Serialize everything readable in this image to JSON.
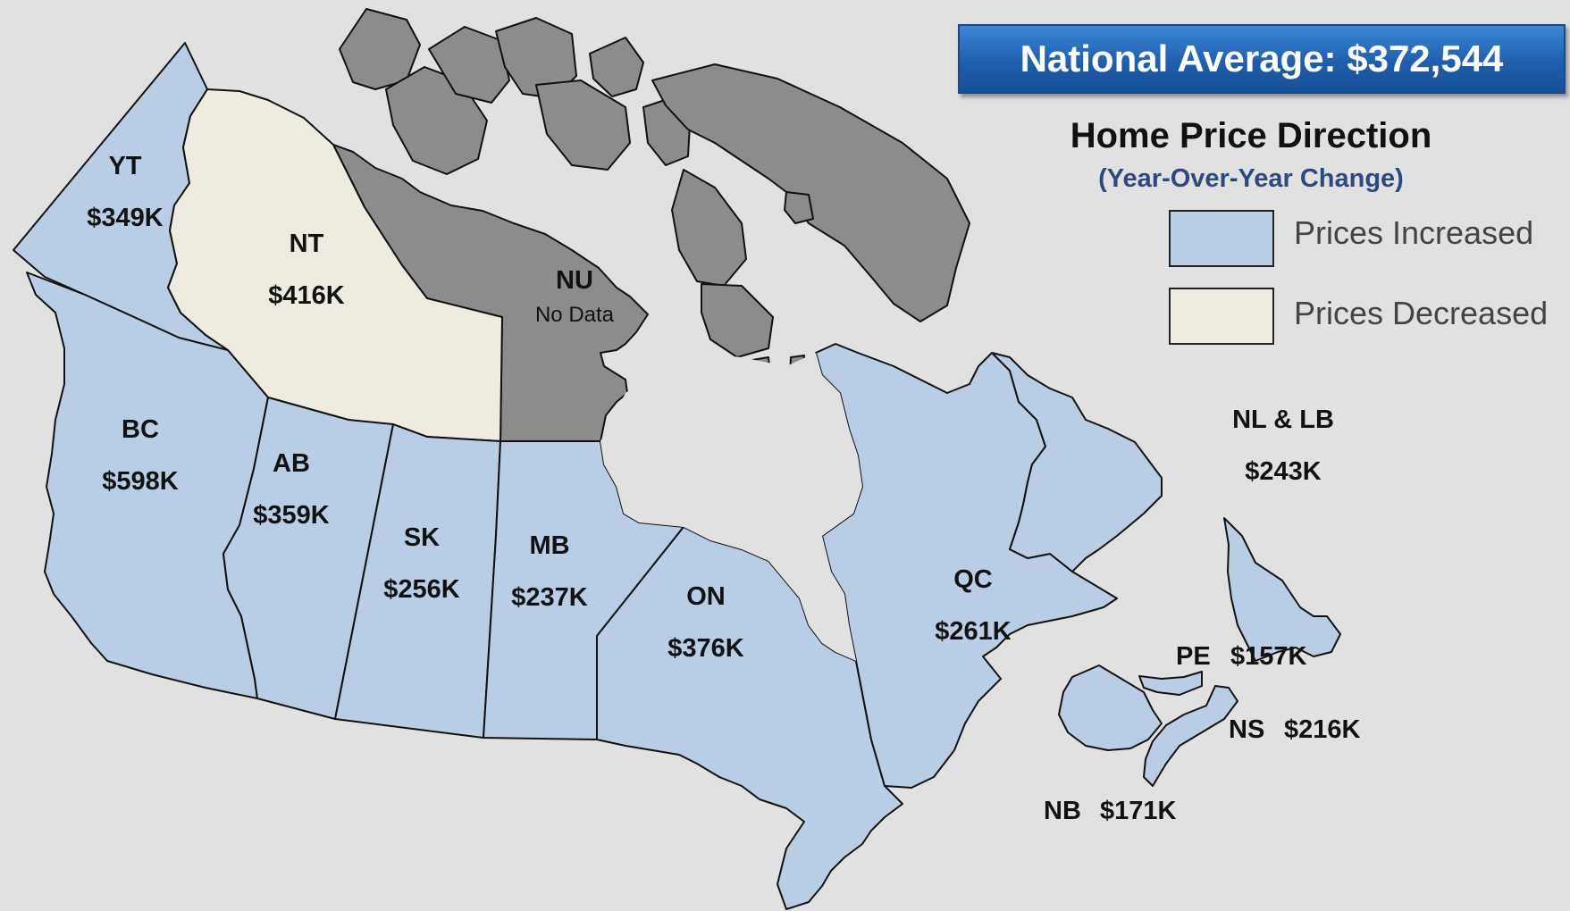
{
  "banner": {
    "label": "National Average:",
    "value": "$372,544"
  },
  "legend": {
    "title": "Home Price Direction",
    "subtitle": "(Year-Over-Year Change)",
    "items": [
      {
        "label": "Prices Increased",
        "color": "#b9cde5"
      },
      {
        "label": "Prices Decreased",
        "color": "#eeece1"
      }
    ]
  },
  "colors": {
    "increased": "#b9cde5",
    "decreased": "#eeece1",
    "no_data": "#8c8c8c",
    "background": "#e1e1e1"
  },
  "regions": {
    "yt": {
      "abbr": "YT",
      "price": "$349K",
      "direction": "increased"
    },
    "nt": {
      "abbr": "NT",
      "price": "$416K",
      "direction": "decreased"
    },
    "nu": {
      "abbr": "NU",
      "price": "No Data",
      "direction": "no_data"
    },
    "bc": {
      "abbr": "BC",
      "price": "$598K",
      "direction": "increased"
    },
    "ab": {
      "abbr": "AB",
      "price": "$359K",
      "direction": "increased"
    },
    "sk": {
      "abbr": "SK",
      "price": "$256K",
      "direction": "increased"
    },
    "mb": {
      "abbr": "MB",
      "price": "$237K",
      "direction": "increased"
    },
    "on": {
      "abbr": "ON",
      "price": "$376K",
      "direction": "increased"
    },
    "qc": {
      "abbr": "QC",
      "price": "$261K",
      "direction": "increased"
    },
    "nl": {
      "abbr": "NL & LB",
      "price": "$243K",
      "direction": "increased"
    },
    "pe": {
      "abbr": "PE",
      "price": "$157K",
      "direction": "increased"
    },
    "ns": {
      "abbr": "NS",
      "price": "$216K",
      "direction": "increased"
    },
    "nb": {
      "abbr": "NB",
      "price": "$171K",
      "direction": "increased"
    }
  }
}
